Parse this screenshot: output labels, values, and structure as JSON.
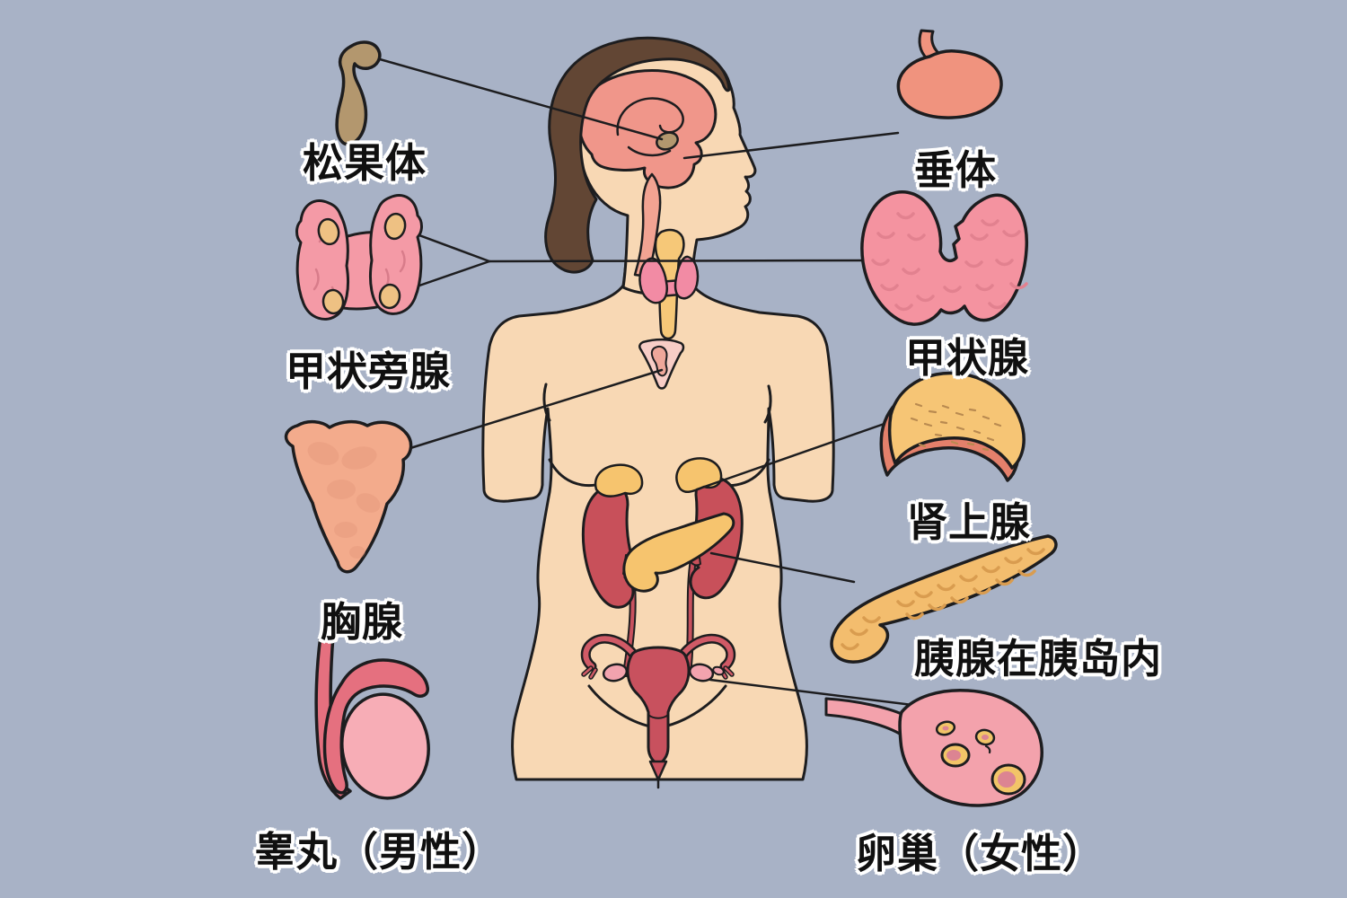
{
  "diagram": {
    "description": "Human endocrine system diagram: female figure in profile with glands drawn around it and connector lines"
  },
  "labels": {
    "pineal": "松果体",
    "pituitary": "垂体",
    "parathyroid": "甲状旁腺",
    "thyroid": "甲状腺",
    "thymus": "胸腺",
    "adrenal": "肾上腺",
    "pancreas": "胰腺在胰岛内",
    "testis": "睾丸（男性）",
    "ovary": "卵巢（女性）"
  },
  "colors": {
    "background": "#a8b2c6",
    "outline": "#1d1d1f",
    "skin": "#f8d8b4",
    "hair": "#624634",
    "brain": "#f0968a",
    "pineal_gland_tan": "#b3976e",
    "thyroid_pink": "#f493a0",
    "gland_yellow": "#f6c46e",
    "kidney_red": "#c8505a",
    "uterus_rose": "#c8515e",
    "ovary_pink": "#f3a2ac",
    "testis_pink": "#f7adb6",
    "thymus_salmon": "#f3ab8c",
    "adrenal_salmon": "#e4806b",
    "label_text": "#101010",
    "label_halo": "#ffffff"
  }
}
